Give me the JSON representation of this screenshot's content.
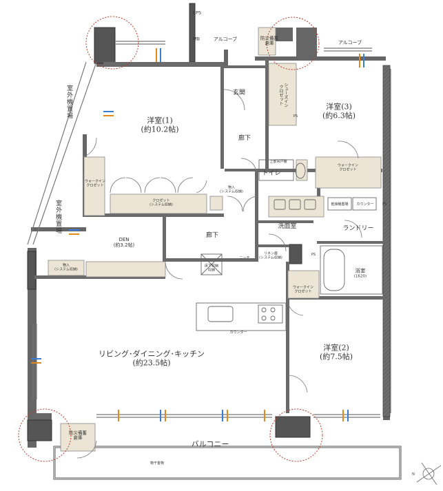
{
  "rooms": {
    "western1_name": "洋室(1)",
    "western1_size": "(約10.2帖)",
    "western2_name": "洋室(2)",
    "western2_size": "(約7.5帖)",
    "western3_name": "洋室(3)",
    "western3_size": "(約6.3帖)",
    "ldk_name": "リビング･ダイニング･キッチン",
    "ldk_size": "(約23.5帖)",
    "den_name": "DEN",
    "den_size": "(約3.2帖)",
    "genkan": "玄関",
    "hallway_upper": "廊下",
    "hallway_lower": "廊下",
    "toilet": "トイレ",
    "washroom": "洗面室",
    "laundry": "ランドリー",
    "bath_name": "浴室",
    "bath_size": "(1620)",
    "balcony": "バルコニー",
    "alcove_left": "アルコーブ",
    "alcove_right": "アルコーブ"
  },
  "storage": {
    "eps": "EPS",
    "mb": "MB",
    "disaster_top_1": "防災備蓄",
    "disaster_top_2": "倉庫",
    "disaster_bottom_1": "防災備蓄",
    "disaster_bottom_2": "倉庫",
    "shoes_in_closet": "シューズイン\nクロゼット",
    "ps_top": "PS",
    "ps_bath": "PS",
    "ps_laundry": "PS",
    "upper_cabinet": "上部吊戸棚",
    "walkin_1": "ウォークイン\nクロゼット",
    "walkin_3": "ウォークイン\nクロゼット",
    "walkin_2": "ウォークイン\nクロゼット",
    "closet_1": "クロゼット",
    "closet_1_sub": "(システム収納)",
    "storage_hall_1": "物入",
    "storage_hall_2": "(システム収納)",
    "storage_den_1": "物入",
    "storage_den_2": "(システム収納)",
    "linen_1": "リネン庫",
    "linen_2": "(システム収納)",
    "niche": "ニッチ",
    "floor_storage_1": "床下収納",
    "floor_storage_2": "収納",
    "dryer": "乾燥機置場",
    "counter_small": "カウンター",
    "kitchen_counter": "カウンター",
    "outdoor_unit_1": "室外機置場",
    "outdoor_unit_2": "室外機置場",
    "drying_rack": "物干金物"
  },
  "compass": "N"
}
